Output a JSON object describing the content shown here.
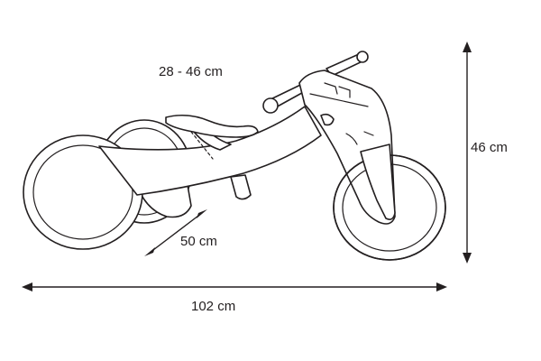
{
  "dimensions": {
    "seat_height": "28 - 46 cm",
    "wheelbase": "50 cm",
    "height": "46 cm",
    "length": "102 cm"
  }
}
